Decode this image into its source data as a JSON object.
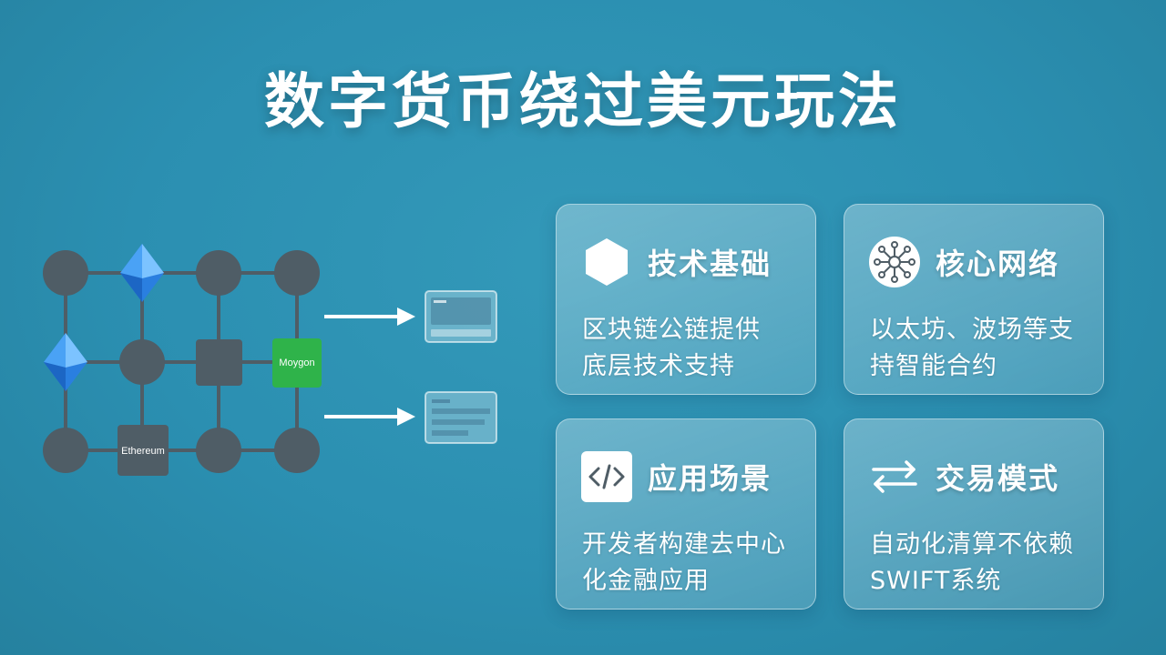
{
  "title": "数字货币绕过美元玩法",
  "diagram": {
    "nodes": {
      "ethereum_label": "Ethereum",
      "moygon_label": "Moygon"
    },
    "icons": [
      "ethereum-diamond-icon",
      "arrow-right-icon",
      "document-panel-icon"
    ]
  },
  "cards": [
    {
      "title": "技术基础",
      "desc_line1": "区块链公链提供",
      "desc_line2": "底层技术支持",
      "icon": "hexagon-icon"
    },
    {
      "title": "核心网络",
      "desc_line1": "以太坊、波场等支",
      "desc_line2": "持智能合约",
      "icon": "network-hub-icon"
    },
    {
      "title": "应用场景",
      "desc_line1": "开发者构建去中心",
      "desc_line2": "化金融应用",
      "icon": "code-icon"
    },
    {
      "title": "交易模式",
      "desc_line1": "自动化清算不依赖",
      "desc_line2": "SWIFT系统",
      "icon": "exchange-arrows-icon"
    }
  ],
  "colors": {
    "background": "#2b8fb1",
    "node_dark": "#4f5d66",
    "node_green": "#2fb34a",
    "eth_blue": "#2a7fe0",
    "text": "#ffffff"
  }
}
